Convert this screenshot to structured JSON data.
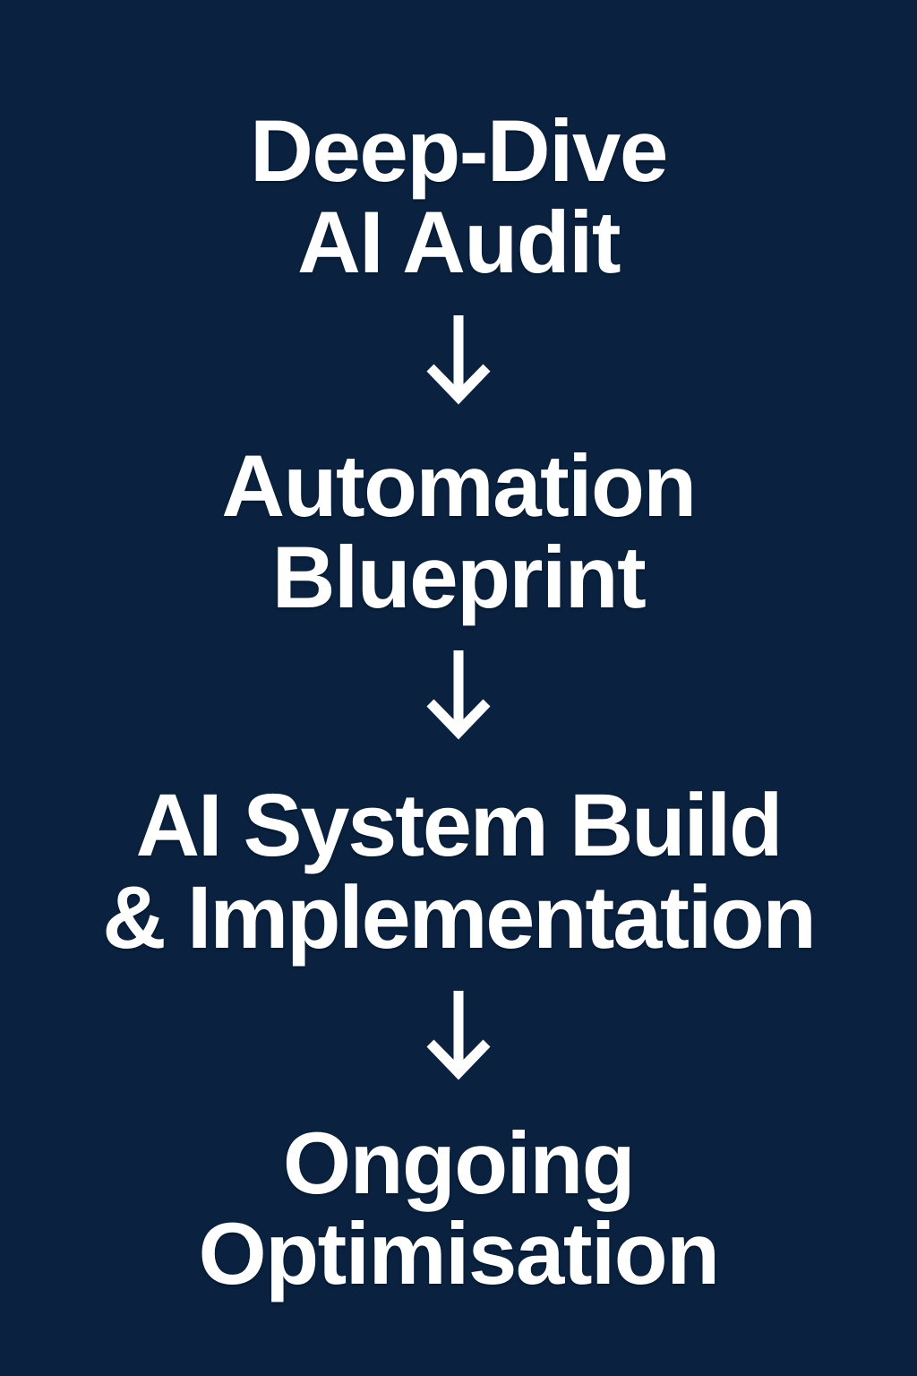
{
  "theme": {
    "background_color": "#0a2240",
    "text_color": "#ffffff",
    "arrow_color": "#ffffff"
  },
  "flow": {
    "orientation": "vertical",
    "connector_icon": "arrow-down-icon",
    "steps": [
      {
        "index": 1,
        "line1": "Deep-Dive",
        "line2": "AI Audit",
        "full_text": "Deep-Dive AI Audit"
      },
      {
        "index": 2,
        "line1": "Automation",
        "line2": "Blueprint",
        "full_text": "Automation Blueprint"
      },
      {
        "index": 3,
        "line1": "AI System Build",
        "line2": "& Implementation",
        "full_text": "AI System Build & Implementation"
      },
      {
        "index": 4,
        "line1": "Ongoing",
        "line2": "Optimisation",
        "full_text": "Ongoing Optimisation"
      }
    ],
    "connectors": [
      {
        "index": 1,
        "label": "arrow-down-icon",
        "from_step": 1,
        "to_step": 2
      },
      {
        "index": 2,
        "label": "arrow-down-icon",
        "from_step": 2,
        "to_step": 3
      },
      {
        "index": 3,
        "label": "arrow-down-icon",
        "from_step": 3,
        "to_step": 4
      }
    ]
  }
}
